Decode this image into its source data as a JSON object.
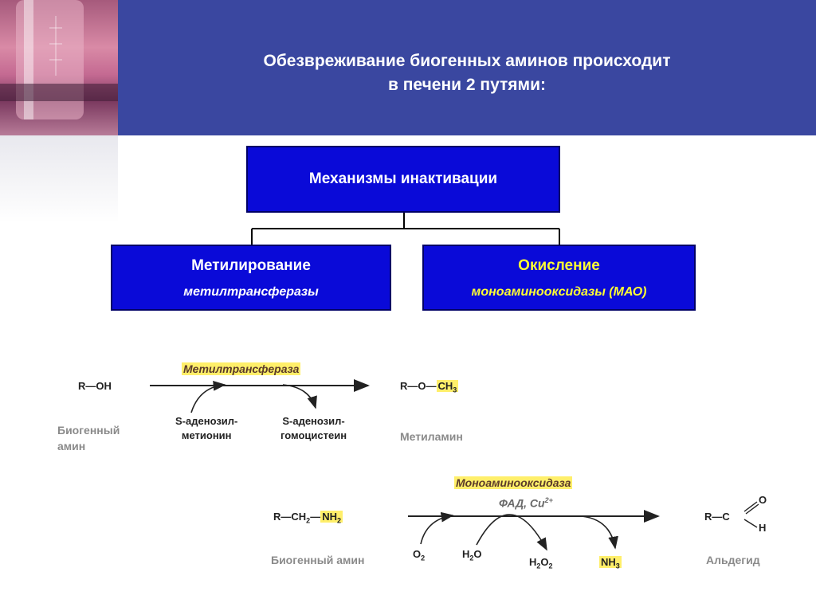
{
  "header": {
    "title_line1": "Обезвреживание биогенных аминов происходит",
    "title_line2": "в печени 2 путями:"
  },
  "main_box": {
    "label": "Механизмы  инактивации"
  },
  "left_box": {
    "title": "Метилирование",
    "subtitle": "метилтрансферазы"
  },
  "right_box": {
    "title": "Окисление",
    "subtitle": "моноаминооксидазы (МАО)"
  },
  "reaction1": {
    "enzyme": "Метилтрансфераза",
    "substrate": "R—OH",
    "substrate_label_line1": "Биогенный",
    "substrate_label_line2": "амин",
    "cofactor_in_line1": "S-аденозил-",
    "cofactor_in_line2": "метионин",
    "cofactor_out_line1": "S-аденозил-",
    "cofactor_out_line2": "гомоцистеин",
    "product_prefix": "R—O—",
    "product_group": "CH",
    "product_group_sub": "3",
    "product_label": "Метиламин"
  },
  "reaction2": {
    "enzyme": "Моноаминооксидаза",
    "cofactors": "ФАД, Cu",
    "cofactors_sup": "2+",
    "substrate_prefix": "R—CH",
    "substrate_sub": "2",
    "substrate_dash": "—",
    "substrate_group": "NH",
    "substrate_group_sub": "2",
    "substrate_label": "Биогенный амин",
    "o2": "O",
    "o2_sub": "2",
    "h2o_h": "H",
    "h2o_sub": "2",
    "h2o_o": "O",
    "h2o2_h": "H",
    "h2o2_sub1": "2",
    "h2o2_o": "O",
    "h2o2_sub2": "2",
    "nh3": "NH",
    "nh3_sub": "3",
    "product_r": "R—C",
    "product_o": "O",
    "product_h": "H",
    "product_label": "Альдегид"
  }
}
